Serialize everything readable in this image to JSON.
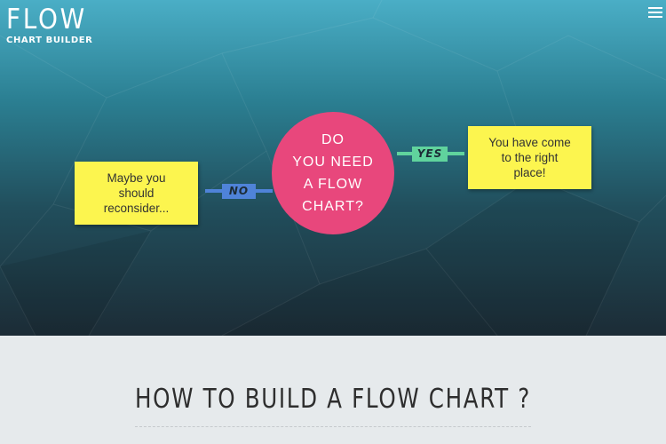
{
  "logo": {
    "main": "FLOW",
    "sub": "CHART BUILDER"
  },
  "menu_icon": "hamburger-menu-icon",
  "flow": {
    "question": "DO\nYOU NEED\nA FLOW\nCHART?",
    "no_label": "NO",
    "yes_label": "YES",
    "no_note": "Maybe you\nshould\nreconsider...",
    "yes_note": "You have come\nto the right\nplace!"
  },
  "colors": {
    "question_circle": "#e8477c",
    "note": "#fcf54f",
    "no_connector": "#4f83d8",
    "yes_connector": "#60d39d",
    "hero_top": "#4aaec6",
    "hero_bottom": "#1c2c36"
  },
  "section": {
    "title": "HOW TO BUILD A FLOW CHART ?"
  }
}
